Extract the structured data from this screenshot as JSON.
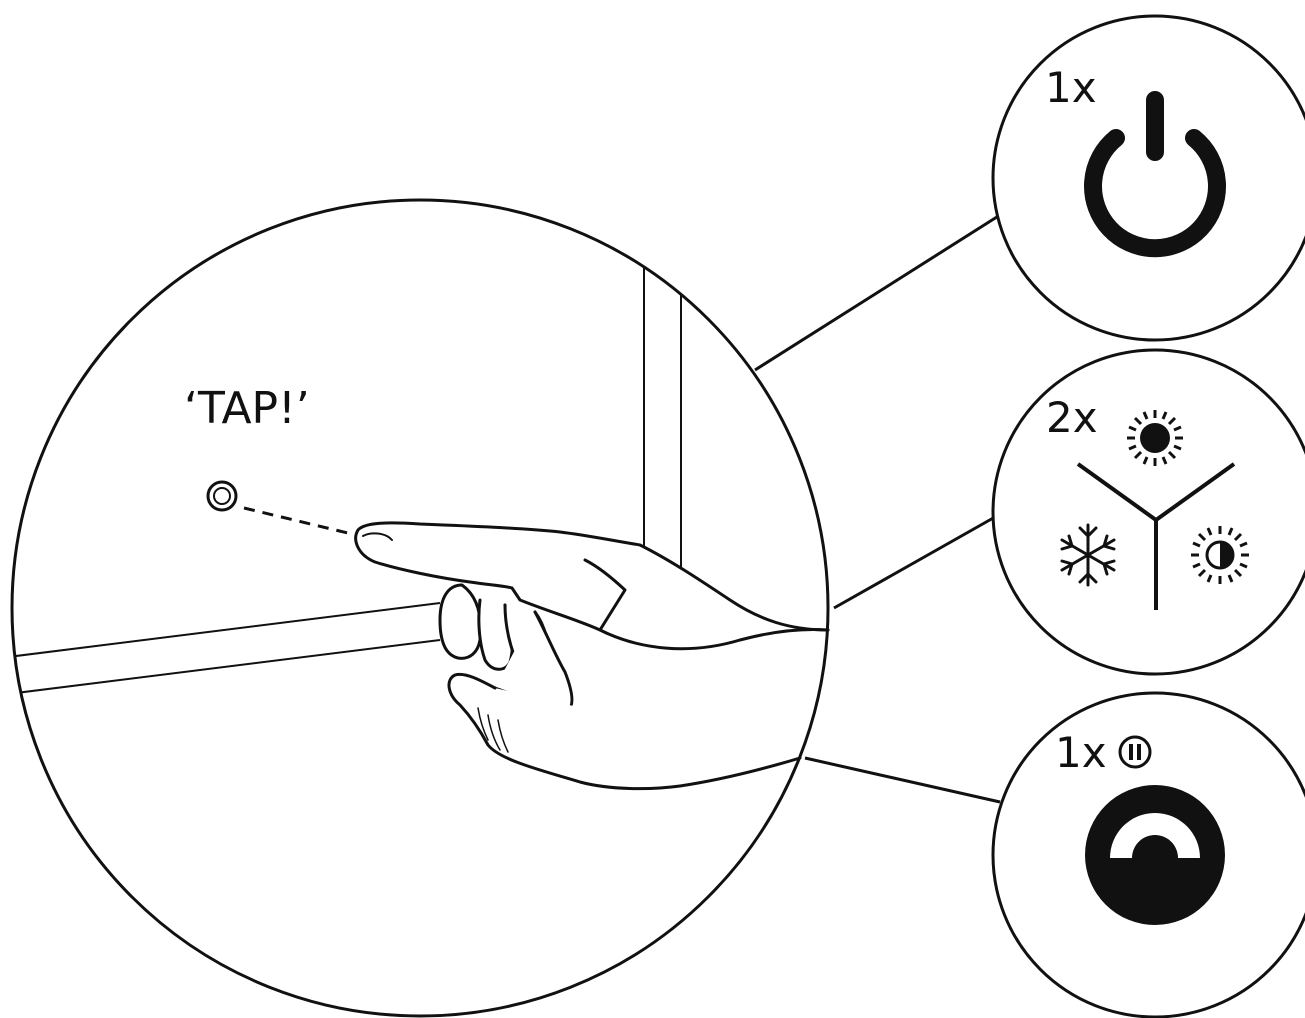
{
  "colors": {
    "ink": "#111111",
    "background": "#ffffff"
  },
  "main_view": {
    "tap_label": "‘TAP!’",
    "touch_target_icon": "touch-target-icon",
    "hand_icon": "pointing-hand-icon"
  },
  "callouts": [
    {
      "count_label": "1x",
      "icon": "power-icon"
    },
    {
      "count_label": "2x",
      "icon": "sun-icon",
      "mode_icons": [
        "snowflake-icon",
        "half-sun-icon"
      ]
    },
    {
      "count_label": "1x",
      "icon": "dimmer-dial-icon",
      "extra_icon": "pause-icon"
    }
  ]
}
